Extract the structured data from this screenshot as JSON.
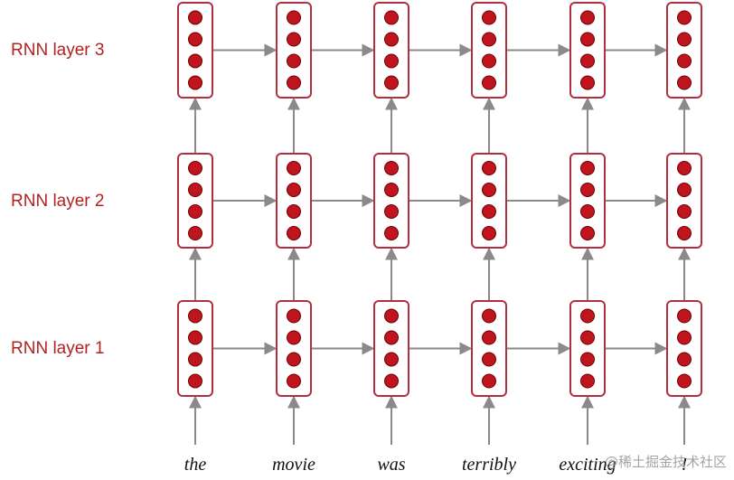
{
  "layers": [
    {
      "label": "RNN layer 3"
    },
    {
      "label": "RNN layer 2"
    },
    {
      "label": "RNN layer 1"
    }
  ],
  "words": [
    "the",
    "movie",
    "was",
    "terribly",
    "exciting",
    "!"
  ],
  "units_per_cell": 4,
  "colors": {
    "label": "#b22222",
    "cell_border": "#b03040",
    "unit_fill": "#c0141e",
    "arrow": "#8a8a8a"
  },
  "watermark": "@稀土掘金技术社区"
}
